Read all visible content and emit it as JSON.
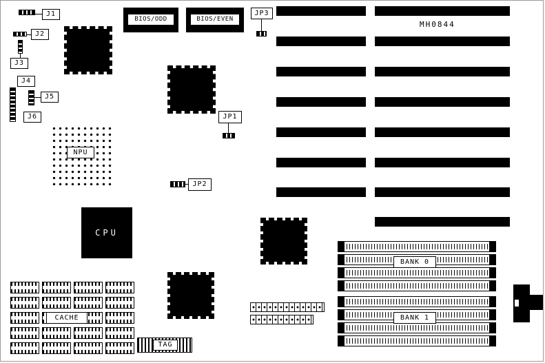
{
  "board": {
    "id": "MH0844",
    "jumpers": {
      "j1": "J1",
      "j2": "J2",
      "j3": "J3",
      "j4": "J4",
      "j5": "J5",
      "j6": "J6",
      "jp1": "JP1",
      "jp2": "JP2",
      "jp3": "JP3"
    },
    "chips": {
      "bios_odd": "BIOS/ODD",
      "bios_even": "BIOS/EVEN",
      "npu": "NPU",
      "cpu": "CPU",
      "cache": "CACHE",
      "tag": "TAG"
    },
    "memory": {
      "bank0": "BANK 0",
      "bank1": "BANK 1"
    }
  }
}
